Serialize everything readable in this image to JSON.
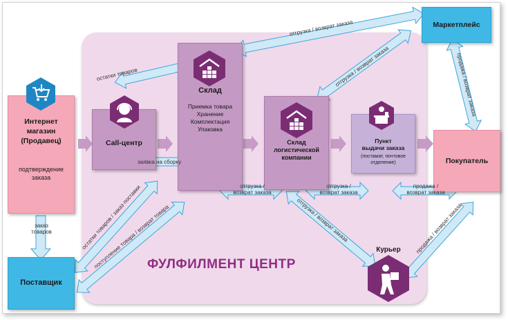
{
  "nodes": {
    "shop": {
      "title_lines": [
        "Интернет",
        "магазин",
        "(Продавец)"
      ],
      "sub_lines": [
        "подтверждение",
        "заказа"
      ]
    },
    "supplier": {
      "title": "Поставщик"
    },
    "marketplace": {
      "title": "Маркетплейс"
    },
    "buyer": {
      "title": "Покупатель"
    },
    "callcenter": {
      "title": "Call-центр"
    },
    "warehouse": {
      "title": "Склад",
      "lines": [
        "Приемка товара",
        "Хранение",
        "Комплектация",
        "Упаковка"
      ]
    },
    "logistics": {
      "title_lines": [
        "Склад",
        "логистической",
        "компании"
      ]
    },
    "pickup": {
      "title_lines": [
        "Пункт",
        "выдачи заказа"
      ],
      "sub_lines": [
        "(постамат, почтовое",
        "отделение)"
      ]
    },
    "courier": {
      "title": "Курьер"
    }
  },
  "center_title": "ФУЛФИЛМЕНТ ЦЕНТР",
  "labels": {
    "stock": "остатки товаров",
    "order_goods": [
      "заказ",
      "товаров"
    ],
    "assembly_request": "заявка на сборку",
    "ship_return": "отгрузка / возврат заказа",
    "ship_return_2": [
      "отгрузка /",
      "возврат заказа"
    ],
    "sale_return_2": [
      "продажа /",
      "возврат заказа"
    ],
    "sale_return": "продажа / возврат заказа",
    "stock_supply": "остатки товаров / заказ поставки",
    "goods_receipt": "поступление товара / возврат товара"
  },
  "colors": {
    "center_bg": "#f1d9ec",
    "blue": "#3fb8e6",
    "pink": "#f5a8b8",
    "purple": "#c49ac4",
    "lavender": "#c6b2d8",
    "hex": "#7b2d74",
    "arrow_fill": "#cfe9f6",
    "arrow_stroke": "#3da5d9",
    "flow_arrow": "#c69cc6",
    "title": "#8e2f82"
  },
  "icons": {
    "shop": "cart-icon",
    "callcenter": "operator-icon",
    "warehouse": "warehouse-icon",
    "logistics": "warehouse-icon",
    "pickup": "pickup-point-icon",
    "courier": "courier-icon"
  }
}
